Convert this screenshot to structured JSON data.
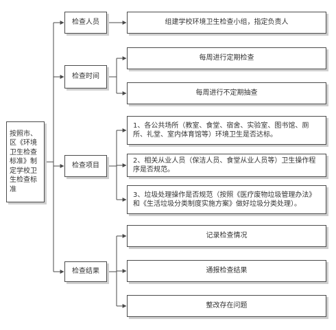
{
  "root": {
    "label": "按照市、区《环境卫生检查标准》制定学校卫生检查标准"
  },
  "categories": [
    {
      "label": "检查人员",
      "items": [
        "组建学校环境卫生检查小组，指定负责人"
      ]
    },
    {
      "label": "检查时间",
      "items": [
        "每周进行定期检查",
        "每周进行不定期抽查"
      ]
    },
    {
      "label": "检查项目",
      "items": [
        "1、各公共场所（教室、食堂、宿舍、实验室、图书馆、厕所、礼堂、室内体育馆等）环境卫生是否达标。",
        "2、相关从业人员（保洁人员、食堂从业人员等）卫生操作程序是否规范。",
        "3、垃圾处理操作是否规范（按照《医疗废物垃圾管理办法》和《生活垃圾分类制度实施方案》做好垃圾分类处理）。"
      ]
    },
    {
      "label": "检查结果",
      "items": [
        "记录检查情况",
        "通报检查结果",
        "整改存在问题"
      ]
    }
  ],
  "colors": {
    "line": "#4a4a4a",
    "shadow": "#cfcfcf",
    "text": "#333333"
  }
}
